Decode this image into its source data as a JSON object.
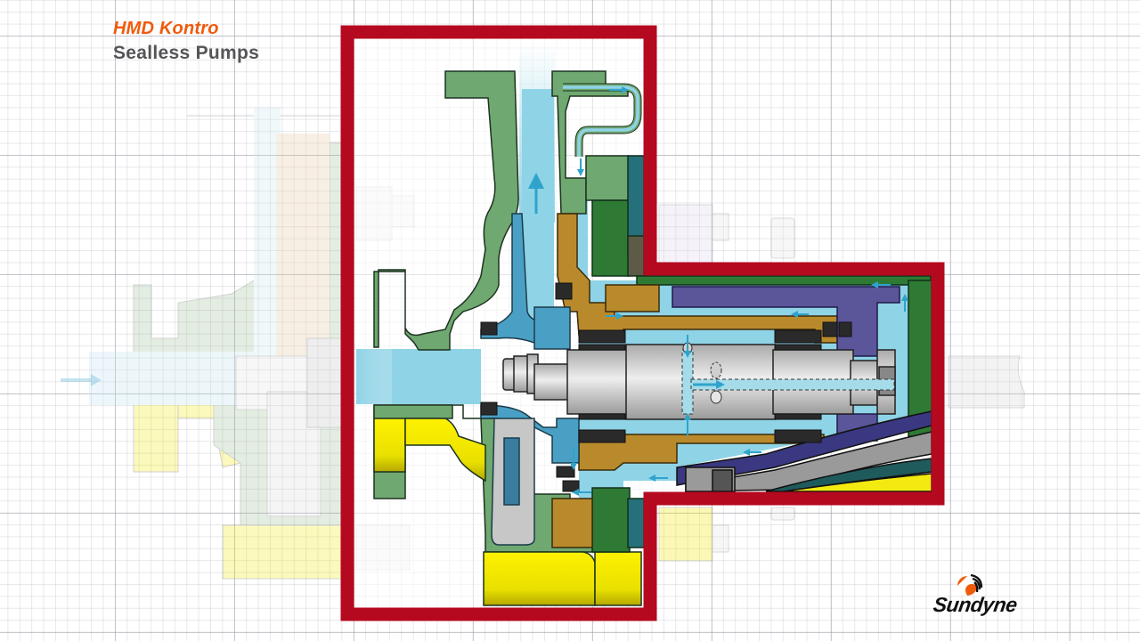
{
  "header": {
    "brand_line": "HMD Kontro",
    "product_line": "Sealless Pumps"
  },
  "logo": {
    "name": "Sundyne",
    "mark_colors": [
      "#f05a0a",
      "#111111"
    ]
  },
  "diagram": {
    "description": "Cross-section of a sealless magnetic-drive centrifugal pump showing process fluid flow paths",
    "highlight_outline_color": "#b5091f",
    "colors": {
      "casing_green": "#6fa870",
      "dark_green": "#2e7a34",
      "teal": "#25707a",
      "fluid_blue": "#8fd3e6",
      "impeller_blue": "#4aa0c4",
      "bronze": "#b98a2c",
      "purple": "#5b559a",
      "navy": "#3a3880",
      "shaft_gray": "#cfcfcf",
      "bearing_black": "#2a2a2a",
      "yellow": "#f2ea10",
      "flow_arrow": "#2fa3cc"
    },
    "flow_arrows": [
      {
        "direction": "right",
        "location": "inlet (faded)"
      },
      {
        "direction": "up",
        "location": "discharge"
      },
      {
        "direction": "right",
        "location": "recirculation pipe top"
      },
      {
        "direction": "down",
        "location": "recirculation pipe drop"
      },
      {
        "direction": "left",
        "location": "containment shell top"
      },
      {
        "direction": "up",
        "location": "rear of containment shell"
      },
      {
        "direction": "down",
        "location": "shaft cross bore top"
      },
      {
        "direction": "up",
        "location": "shaft cross bore bottom"
      },
      {
        "direction": "right",
        "location": "shaft center bore"
      },
      {
        "direction": "left",
        "location": "lower return path"
      },
      {
        "direction": "left",
        "location": "behind impeller"
      }
    ]
  }
}
